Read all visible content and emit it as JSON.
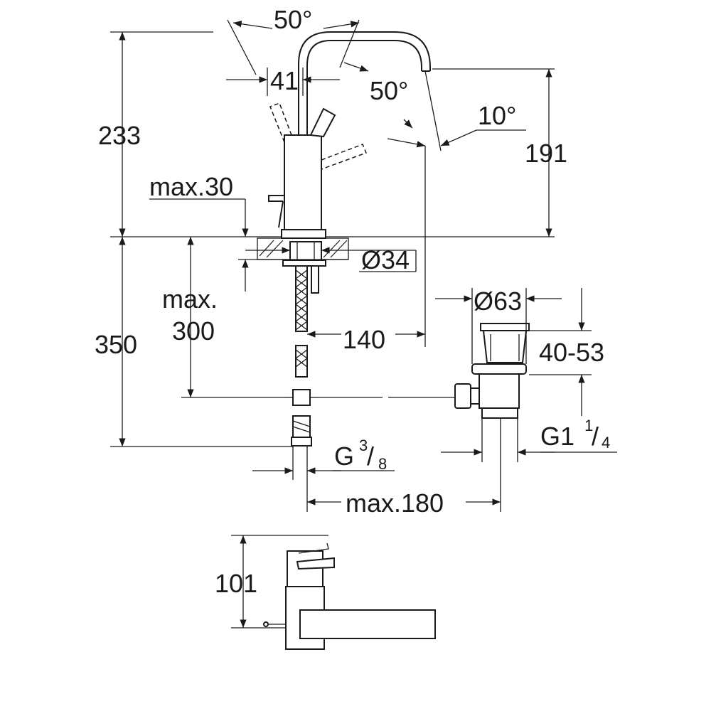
{
  "dimensions": {
    "spout_swivel_angle": "50°",
    "offset_41": "41",
    "lever_angle": "50°",
    "tilt_angle": "10°",
    "height_233": "233",
    "height_191": "191",
    "max_deck": "max.30",
    "hole_dia": "Ø34",
    "max_label": "max.",
    "max_300": "300",
    "length_350": "350",
    "reach_140": "140",
    "waste_dia": "Ø63",
    "waste_range": "40-53",
    "thread_g1": "G1",
    "thread_g1_num": "1",
    "thread_g1_den": "4",
    "thread_g": "G",
    "thread_g_num": "3",
    "thread_g_den": "8",
    "max_180": "max.180",
    "plan_101": "101"
  }
}
